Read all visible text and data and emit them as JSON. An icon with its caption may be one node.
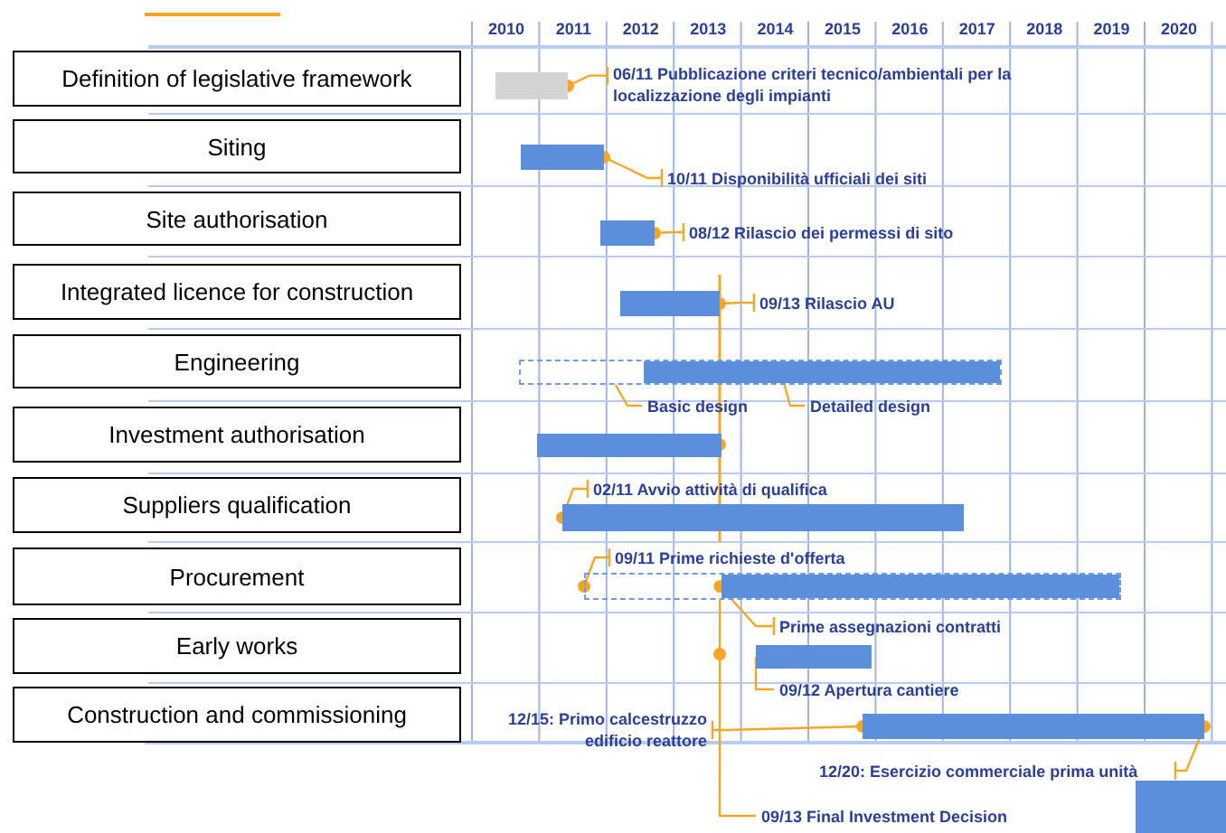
{
  "diagram": {
    "nodes": [
      {
        "text": [
          "Definition of legislative framework"
        ]
      },
      {
        "text": [
          "Siting"
        ]
      },
      {
        "text": [
          "Site authorisation"
        ]
      },
      {
        "text": [
          "Integrated licence for construction"
        ]
      },
      {
        "text": [
          "Engineering"
        ]
      },
      {
        "text": [
          "Investment authorisation"
        ]
      },
      {
        "text": [
          "Suppliers qualification"
        ]
      },
      {
        "text": [
          "Procurement"
        ]
      },
      {
        "text": [
          "Early works"
        ]
      },
      {
        "text": [
          "Construction and commissioning"
        ]
      },
      {
        "text": [],
        "shape": "bar"
      },
      {
        "text": [
          "06/11 Pubblicazione criteri tecnico/ambientali per la localizzazione degli impianti"
        ]
      },
      {
        "text": [],
        "shape": "bar"
      },
      {
        "text": [
          "10/11 Disponibilità ufficiali dei siti"
        ]
      },
      {
        "text": [],
        "shape": "bar"
      },
      {
        "text": [
          "08/12 Rilascio dei permessi di sito"
        ]
      },
      {
        "text": [],
        "shape": "bar"
      },
      {
        "text": [
          "09/13 Rilascio AU"
        ]
      },
      {
        "text": [],
        "shape": "bar"
      },
      {
        "text": [
          "Basic design"
        ]
      },
      {
        "text": [
          "Detailed design"
        ]
      },
      {
        "text": [],
        "shape": "bar"
      },
      {
        "text": [
          "02/11 Avvio attività di qualifica"
        ]
      },
      {
        "text": [],
        "shape": "bar"
      },
      {
        "text": [
          "09/11 Prime richieste d'offerta"
        ]
      },
      {
        "text": [],
        "shape": "bar"
      },
      {
        "text": [
          "Prime assegnazioni contratti"
        ]
      },
      {
        "text": [],
        "shape": "bar"
      },
      {
        "text": [
          "09/12 Apertura cantiere"
        ]
      },
      {
        "text": [],
        "shape": "bar"
      },
      {
        "text": [
          "12/15: Primo calcestruzzo edificio reattore"
        ]
      },
      {
        "text": [
          "12/20: Esercizio commerciale prima unità"
        ]
      },
      {
        "text": [
          "09/13 Final Investment Decision"
        ]
      }
    ],
    "edges": [
      {
        "from": 11,
        "to": 10,
        "arrow": "other"
      },
      {
        "from": 13,
        "to": 12,
        "arrow": "other"
      },
      {
        "from": 15,
        "to": 14,
        "arrow": "other"
      },
      {
        "from": 17,
        "to": 16,
        "arrow": "other"
      },
      {
        "from": 19,
        "to": 18,
        "arrow": "none"
      },
      {
        "from": 20,
        "to": 18,
        "arrow": "none"
      },
      {
        "from": 22,
        "to": 23,
        "arrow": "other"
      },
      {
        "from": 24,
        "to": 25,
        "arrow": "other"
      },
      {
        "from": 26,
        "to": 25,
        "arrow": "other"
      },
      {
        "from": 28,
        "to": 27,
        "arrow": "none"
      },
      {
        "from": 30,
        "to": 29,
        "arrow": "other"
      },
      {
        "from": 31,
        "to": 29,
        "arrow": "other"
      },
      {
        "from": 32,
        "to": 25,
        "arrow": "none"
      }
    ],
    "labels": [
      "2010",
      "2011",
      "2012",
      "2013",
      "2014",
      "2015",
      "2016",
      "2017",
      "2018",
      "2019",
      "2020"
    ]
  }
}
